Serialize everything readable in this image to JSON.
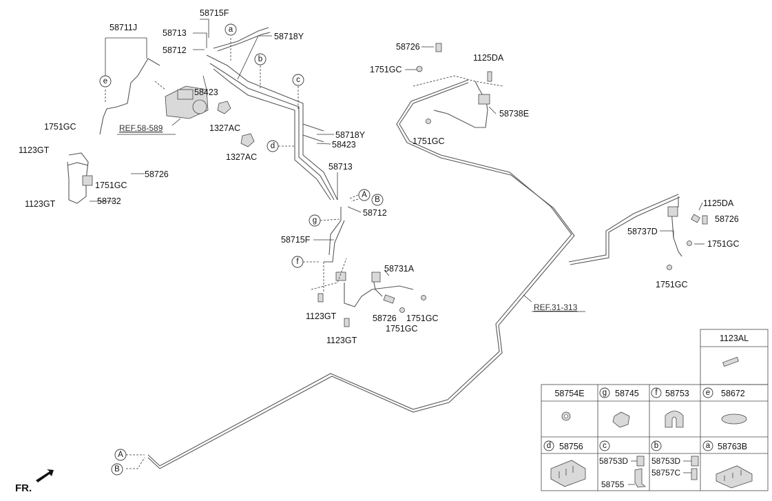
{
  "labels": {
    "p58715F_top": "58715F",
    "p58711J": "58711J",
    "p58713_top": "58713",
    "p58712_top": "58712",
    "p58718Y_top": "58718Y",
    "p58423_top": "58423",
    "ref58589": "REF.58-589",
    "p1327AC_1": "1327AC",
    "p1327AC_2": "1327AC",
    "p58718Y_mid": "58718Y",
    "p58423_mid": "58423",
    "p58713_mid": "58713",
    "p58712_mid": "58712",
    "p58715F_mid": "58715F",
    "p1751GC_l1": "1751GC",
    "p1123GT_l1": "1123GT",
    "p1751GC_l2": "1751GC",
    "p58726_l": "58726",
    "p1123GT_l2": "1123GT",
    "p58732": "58732",
    "p58726_tr": "58726",
    "p1751GC_tr1": "1751GC",
    "p1125DA_tr": "1125DA",
    "p58738E": "58738E",
    "p1751GC_tr2": "1751GC",
    "p1125DA_r": "1125DA",
    "p58726_r": "58726",
    "p58737D": "58737D",
    "p1751GC_r1": "1751GC",
    "p1751GC_r2": "1751GC",
    "p58731A": "58731A",
    "p1123GT_b1": "1123GT",
    "p58726_b": "58726",
    "p1751GC_b1": "1751GC",
    "p1751GC_b2": "1751GC",
    "p1123GT_b2": "1123GT",
    "ref31313": "REF.31-313",
    "fr": "FR."
  },
  "callouts": {
    "a": "a",
    "b": "b",
    "c": "c",
    "d": "d",
    "e": "e",
    "f": "f",
    "g": "g",
    "A1": "A",
    "B1": "B",
    "A2": "A",
    "B2": "B"
  },
  "table": {
    "h_1123AL": "1123AL",
    "h_58754E": "58754E",
    "h_g_letter": "g",
    "h_58745": "58745",
    "h_f_letter": "f",
    "h_58753": "58753",
    "h_e_letter": "e",
    "h_58672": "58672",
    "h_d_letter": "d",
    "h_58756": "58756",
    "h_c_letter": "c",
    "h_b_letter": "b",
    "h_a_letter": "a",
    "h_58763B": "58763B",
    "c_58753D": "58753D",
    "c_58755": "58755",
    "b_58753D": "58753D",
    "b_58757C": "58757C"
  },
  "colors": {
    "line": "#555555",
    "part": "#d9d9d9",
    "text": "#111111"
  }
}
